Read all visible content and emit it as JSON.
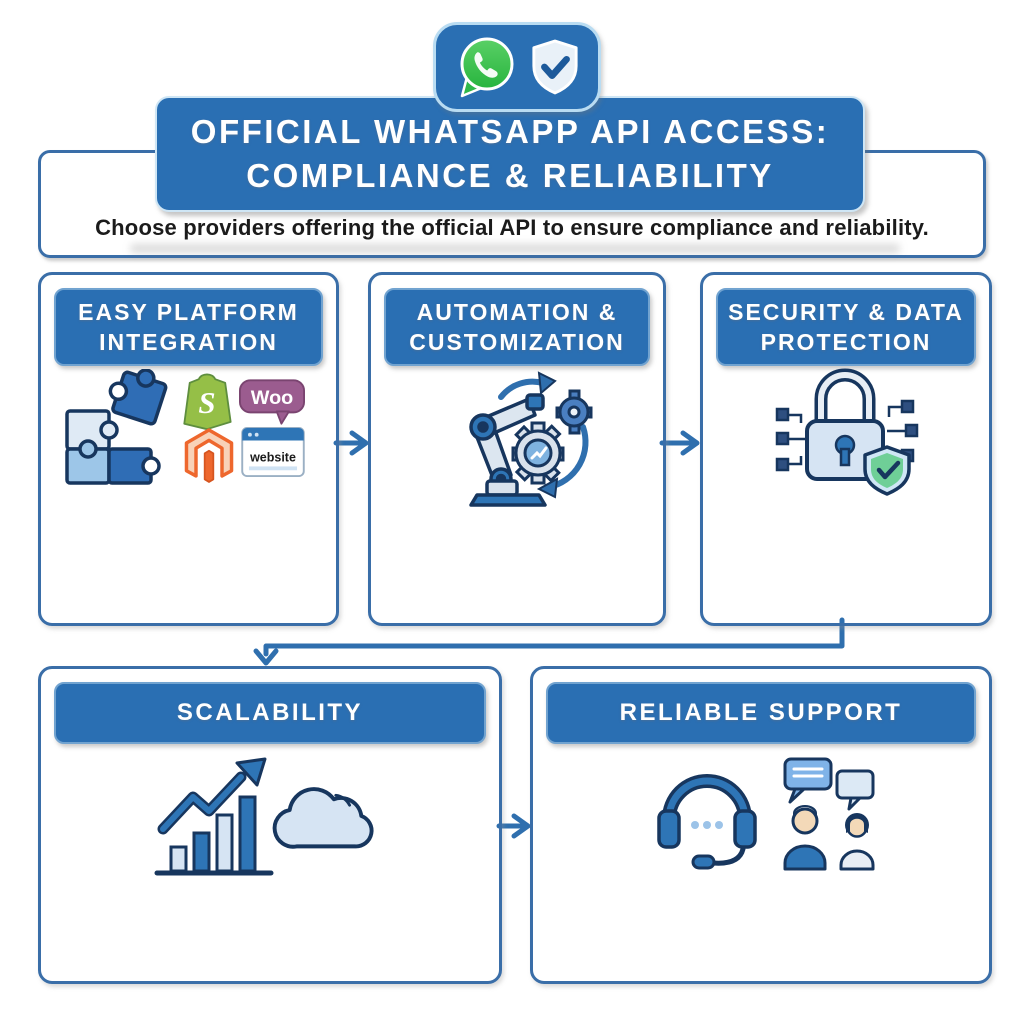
{
  "title": {
    "line1": "OFFICIAL WHATSAPP API ACCESS:",
    "line2": "COMPLIANCE & RELIABILITY"
  },
  "subtitle": "Choose providers offering the official API to ensure compliance and reliability.",
  "badge": {
    "icons": [
      "whatsapp-icon",
      "verified-shield-icon"
    ]
  },
  "boxes": [
    {
      "id": "easy-platform-integration",
      "line1": "EASY PLATFORM",
      "line2": "INTEGRATION",
      "icons": [
        "puzzle-pieces-icon",
        "shopify-icon",
        "woocommerce-icon",
        "magento-icon",
        "website-browser-icon"
      ]
    },
    {
      "id": "automation-customization",
      "line1": "AUTOMATION &",
      "line2": "CUSTOMIZATION",
      "icons": [
        "robot-arm-gears-icon"
      ]
    },
    {
      "id": "security-data-protection",
      "line1": "SECURITY & DATA",
      "line2": "PROTECTION",
      "icons": [
        "padlock-circuit-shield-icon"
      ]
    },
    {
      "id": "scalability",
      "title": "SCALABILITY",
      "icons": [
        "growth-bar-chart-icon",
        "cloud-icon"
      ]
    },
    {
      "id": "reliable-support",
      "title": "RELIABLE SUPPORT",
      "icons": [
        "headset-icon",
        "chat-people-icon"
      ]
    }
  ],
  "icon_labels": {
    "shopify_s": "S",
    "woo": "Woo",
    "website": "website"
  },
  "colors": {
    "box_blue": "#2a6fb3",
    "border_blue": "#3a6ea8",
    "arrow_blue": "#2f6fae",
    "navy_outline": "#17365e",
    "light_blue_fill": "#d6e4f3",
    "whatsapp_green": "#3fc351",
    "shopify_green": "#95bf47",
    "woo_purple": "#9b5c8f",
    "magento_orange": "#ee672d",
    "check_green": "#6fcf97",
    "skin": "#f3d9b8"
  }
}
